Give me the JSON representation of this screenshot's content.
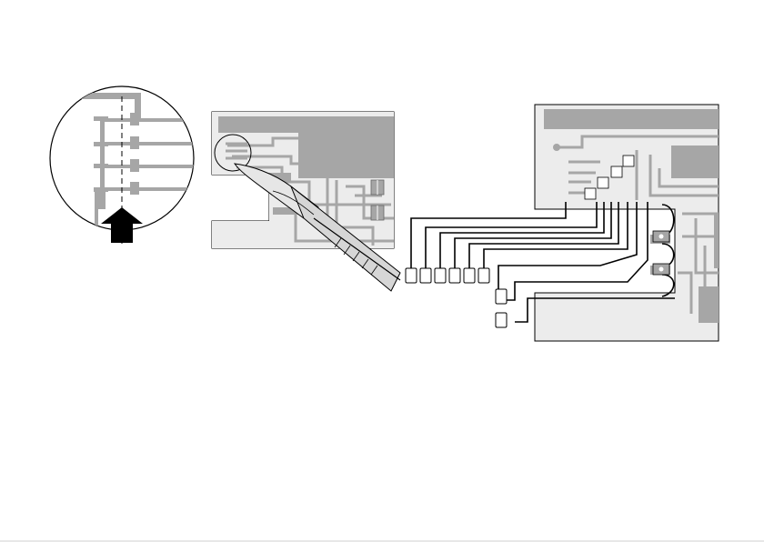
{
  "figure": {
    "panels": [
      {
        "name": "magnified-trace-cut-detail",
        "items": [
          "dashed-cut-line",
          "insertion-arrow",
          "copper-traces"
        ]
      },
      {
        "name": "pcb-with-craft-knife",
        "items": [
          "circled-cut-area",
          "craft-knife"
        ]
      },
      {
        "name": "pcb-with-wire-leads",
        "items": [
          "wire-leads",
          "numbered-pads"
        ]
      }
    ],
    "colors": {
      "copper": "#a6a6a6",
      "board": "#ececec",
      "outline": "#000000",
      "background": "#ffffff"
    },
    "icons": [
      "up-arrow-icon",
      "craft-knife-icon"
    ],
    "wire_pad_labels": [
      "",
      "",
      "",
      "",
      "",
      "",
      "",
      "",
      "",
      "",
      "",
      ""
    ]
  }
}
